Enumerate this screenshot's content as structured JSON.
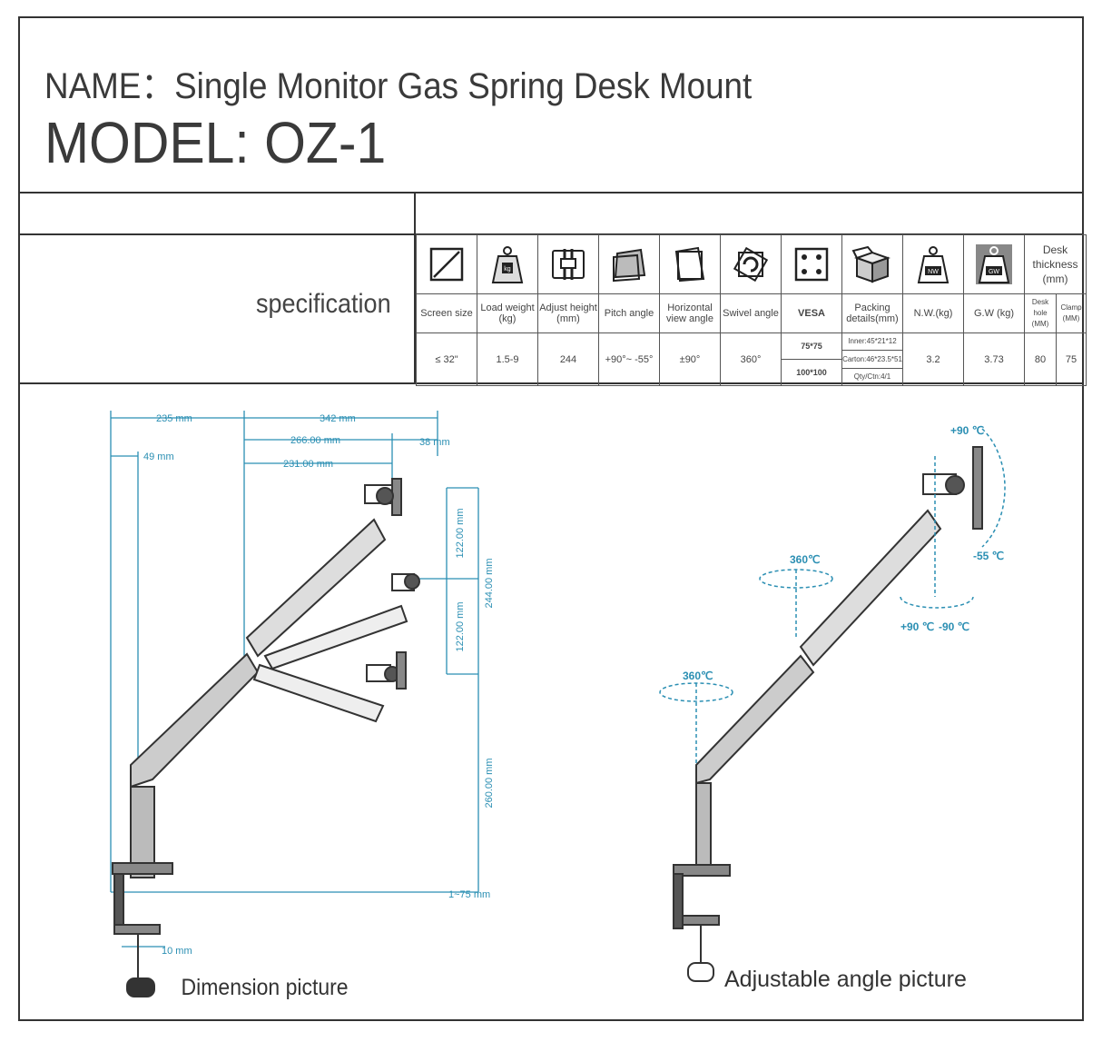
{
  "header": {
    "name_line": "NAME：Single Monitor Gas Spring Desk Mount",
    "model_line": "MODEL: OZ-1"
  },
  "spec_section_label": "specification",
  "spec": {
    "columns": [
      {
        "icon": "screen-size-icon",
        "label": "Screen size",
        "value": "≤ 32\""
      },
      {
        "icon": "load-weight-icon",
        "label": "Load weight (kg)",
        "value": "1.5-9"
      },
      {
        "icon": "adjust-height-icon",
        "label": "Adjust height (mm)",
        "value": "244"
      },
      {
        "icon": "pitch-angle-icon",
        "label": "Pitch angle",
        "value": "+90°~ -55°"
      },
      {
        "icon": "horizontal-view-icon",
        "label": "Horizontal view angle",
        "value": "±90°"
      },
      {
        "icon": "swivel-angle-icon",
        "label": "Swivel angle",
        "value": "360°"
      },
      {
        "icon": "vesa-icon",
        "label": "VESA",
        "values": [
          "75*75",
          "100*100"
        ]
      },
      {
        "icon": "package-box-icon",
        "label": "Packing details(mm)",
        "values": [
          "Inner:45*21*12",
          "Carton:46*23.5*51",
          "Qty/Ctn:4/1"
        ]
      },
      {
        "icon": "net-weight-icon",
        "icon_text": "NW",
        "label": "N.W.(kg)",
        "value": "3.2"
      },
      {
        "icon": "gross-weight-icon",
        "icon_text": "GW",
        "label": "G.W (kg)",
        "value": "3.73"
      }
    ],
    "desk_thickness": {
      "title": "Desk thickness (mm)",
      "sub": [
        {
          "label": "Desk hole (MM)",
          "value": "80"
        },
        {
          "label": "Clamp (MM)",
          "value": "75"
        }
      ]
    }
  },
  "dimension_picture": {
    "caption": "Dimension picture",
    "labels": {
      "d235": "235 mm",
      "d342": "342 mm",
      "d266": "266.00 mm",
      "d38": "38 mm",
      "d231": "231.00 mm",
      "d49": "49 mm",
      "d122a": "122.00 mm",
      "d122b": "122.00 mm",
      "d244": "244.00 mm",
      "d260": "260.00 mm",
      "d175": "1~75 mm",
      "d10": "10 mm"
    }
  },
  "angle_picture": {
    "caption": "Adjustable angle picture",
    "labels": {
      "tilt_up": "+90 ℃",
      "tilt_down": "-55 ℃",
      "rot_mid": "360℃",
      "rot_low": "360℃",
      "pan_left": "+90 ℃",
      "pan_right": "-90 ℃"
    }
  },
  "colors": {
    "dimension": "#2b8fb3",
    "line": "#333333"
  }
}
